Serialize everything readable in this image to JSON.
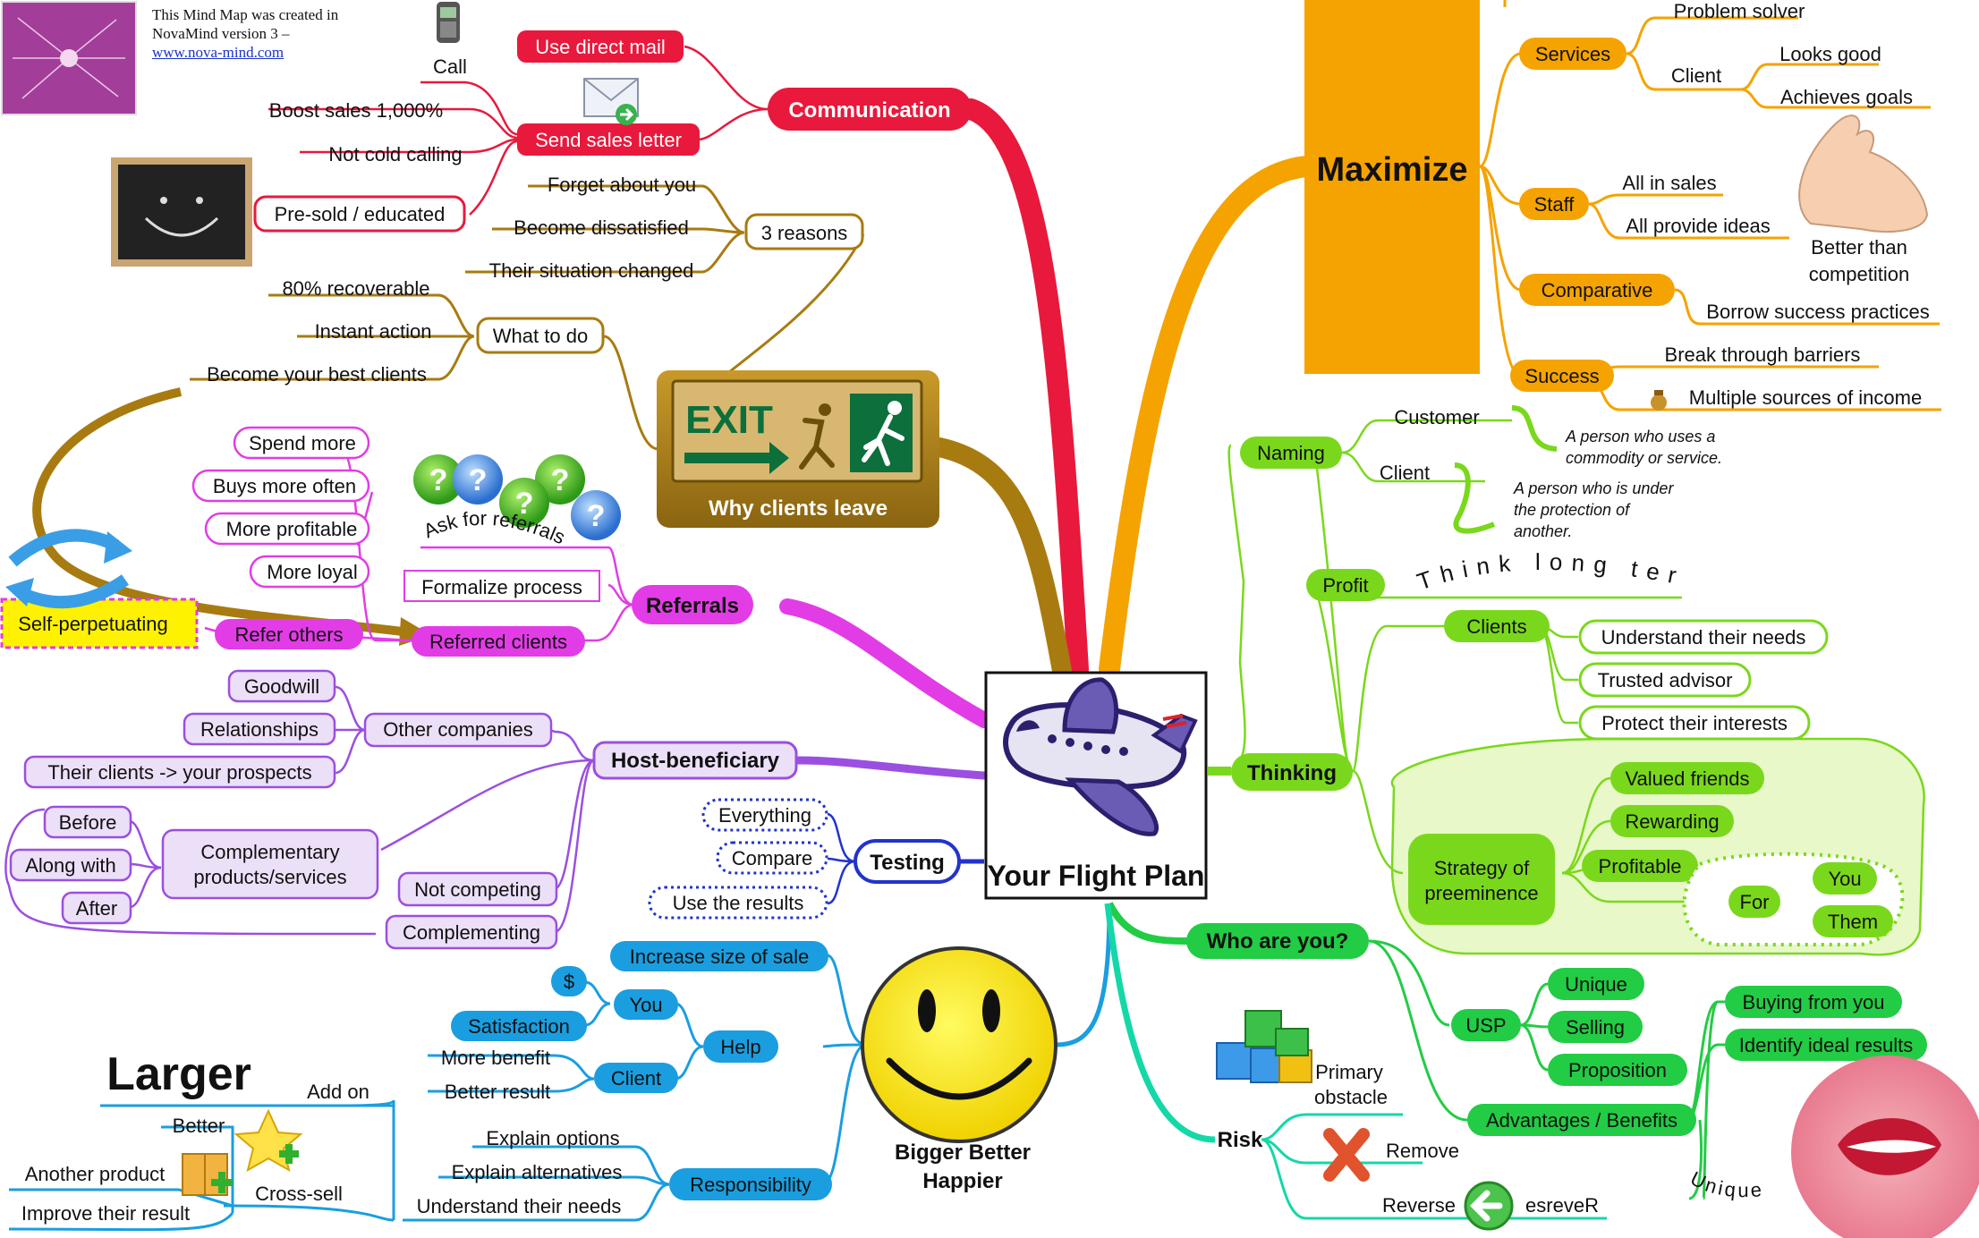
{
  "credit": {
    "line1": "This Mind Map was created in",
    "line2": "NovaMind version 3 –",
    "link": "www.nova-mind.com"
  },
  "center": {
    "title": "Your Flight Plan",
    "icon": "airplane-icon"
  },
  "colors": {
    "communication": "#e8193c",
    "why_leave": "#a87b10",
    "referrals": "#e23ce6",
    "host": "#9b4fe0",
    "testing": "#2233cc",
    "bigger": "#1a9ee0",
    "maximize": "#f5a300",
    "thinking": "#7ad81c",
    "who": "#22cc44",
    "risk": "#14d8a8"
  },
  "communication": {
    "label": "Communication",
    "call": "Call",
    "use_direct_mail": "Use direct mail",
    "send_sales_letter": "Send sales letter",
    "boost_sales": "Boost sales 1,000%",
    "not_cold_calling": "Not cold calling",
    "presold": "Pre-sold / educated"
  },
  "why_leave": {
    "label": "Why clients leave",
    "exit_sign": "EXIT",
    "three_reasons": "3 reasons",
    "forget": "Forget about you",
    "dissatisfied": "Become dissatisfied",
    "situation": "Their situation changed",
    "what_to_do": "What to do",
    "recoverable": "80% recoverable",
    "instant": "Instant action",
    "best_clients": "Become your best clients"
  },
  "referrals": {
    "label": "Referrals",
    "ask": "Ask for referrals",
    "spend_more": "Spend more",
    "buys_more": "Buys more often",
    "more_profitable": "More profitable",
    "more_loyal": "More loyal",
    "formalize": "Formalize process",
    "referred_clients": "Referred clients",
    "refer_others": "Refer others",
    "self_perpetuating": "Self-perpetuating"
  },
  "host": {
    "label": "Host-beneficiary",
    "goodwill": "Goodwill",
    "relationships": "Relationships",
    "other_companies": "Other companies",
    "prospects": "Their clients -> your prospects",
    "before": "Before",
    "along_with": "Along with",
    "after": "After",
    "complementary_1": "Complementary",
    "complementary_2": "products/services",
    "not_competing": "Not competing",
    "complementing": "Complementing"
  },
  "testing": {
    "label": "Testing",
    "everything": "Everything",
    "compare": "Compare",
    "use_results": "Use the results"
  },
  "bigger": {
    "label_1": "Bigger Better",
    "label_2": "Happier",
    "increase_size": "Increase size of sale",
    "dollar": "$",
    "you": "You",
    "satisfaction": "Satisfaction",
    "help": "Help",
    "more_benefit": "More benefit",
    "better_result": "Better result",
    "client": "Client",
    "larger": "Larger",
    "add_on": "Add on",
    "better": "Better",
    "another_product": "Another product",
    "cross_sell": "Cross-sell",
    "improve_result": "Improve their result",
    "explain_options": "Explain options",
    "explain_alternatives": "Explain alternatives",
    "understand_needs": "Understand their needs",
    "responsibility": "Responsibility"
  },
  "maximize": {
    "label": "Maximize",
    "services": "Services",
    "problem_solver": "Problem solver",
    "client": "Client",
    "looks_good": "Looks good",
    "achieves_goals": "Achieves goals",
    "staff": "Staff",
    "all_in_sales": "All in sales",
    "all_provide_ideas": "All provide ideas",
    "better_than_1": "Better than",
    "better_than_2": "competition",
    "comparative": "Comparative",
    "borrow": "Borrow success practices",
    "success": "Success",
    "break_through": "Break through barriers",
    "multiple_income": "Multiple sources of income"
  },
  "thinking": {
    "label": "Thinking",
    "naming": "Naming",
    "customer": "Customer",
    "customer_def_1": "A person who uses a",
    "customer_def_2": "commodity or service.",
    "client": "Client",
    "client_def_1": "A person who is under",
    "client_def_2": "the protection of",
    "client_def_3": "another.",
    "profit": "Profit",
    "think_long": "Think long term",
    "clients": "Clients",
    "understand_needs": "Understand their needs",
    "trusted_advisor": "Trusted advisor",
    "protect_interests": "Protect their interests",
    "strategy_1": "Strategy of",
    "strategy_2": "preeminence",
    "valued_friends": "Valued friends",
    "rewarding": "Rewarding",
    "profitable": "Profitable",
    "for": "For",
    "you": "You",
    "them": "Them"
  },
  "who": {
    "label": "Who are you?",
    "usp": "USP",
    "unique": "Unique",
    "selling": "Selling",
    "proposition": "Proposition",
    "advantages": "Advantages / Benefits",
    "buying_from_you": "Buying from you",
    "identify_results": "Identify ideal results",
    "unique_curve": "Unique"
  },
  "risk": {
    "label": "Risk",
    "primary_1": "Primary",
    "primary_2": "obstacle",
    "remove": "Remove",
    "reverse": "Reverse",
    "reverse_mirror": "esreveR"
  }
}
